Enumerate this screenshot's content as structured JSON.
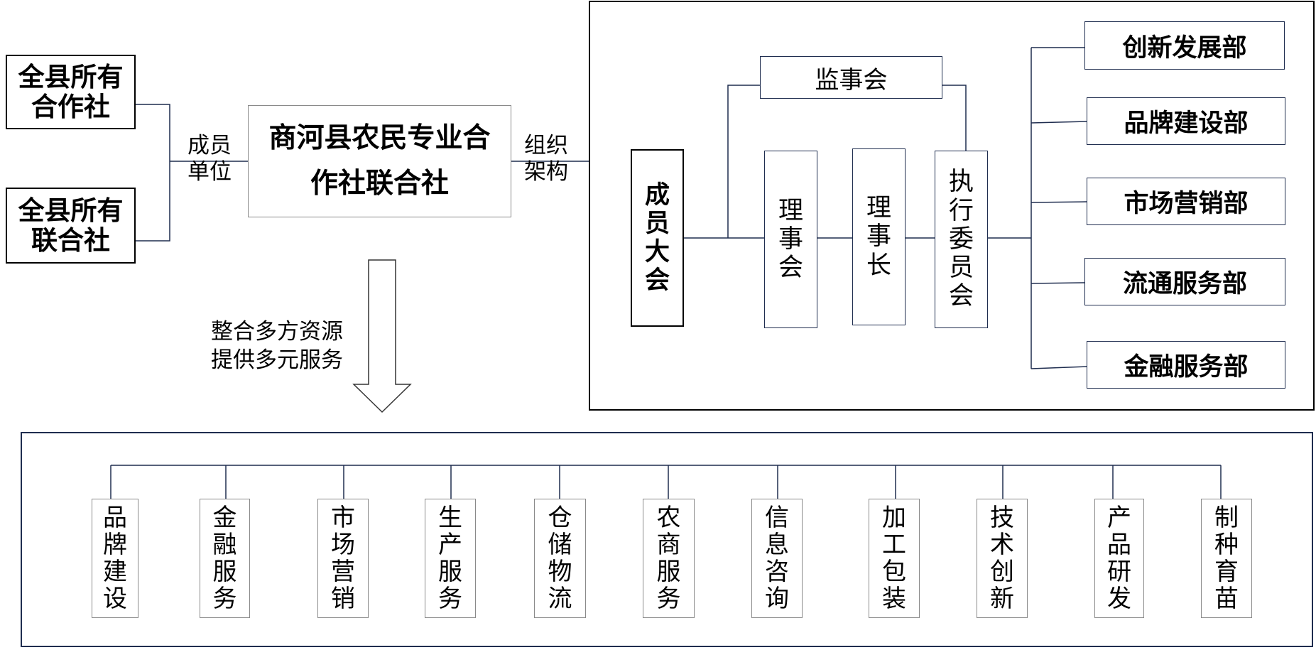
{
  "left": {
    "source_top": [
      "全县所有",
      "合作社"
    ],
    "source_bottom": [
      "全县所有",
      "联合社"
    ],
    "member_label": [
      "成员",
      "单位"
    ],
    "main": [
      "商河县农民专业合",
      "作社联合社"
    ],
    "org_label": [
      "组织",
      "架构"
    ],
    "integrate_label": [
      "整合多方资源",
      "提供多元服务"
    ]
  },
  "org": {
    "assembly": "成员大会",
    "supervisory": "监事会",
    "board": "理事会",
    "chairman": "理事长",
    "executive": "执行委员会",
    "departments": [
      "创新发展部",
      "品牌建设部",
      "市场营销部",
      "流通服务部",
      "金融服务部"
    ]
  },
  "services": [
    "品牌建设",
    "金融服务",
    "市场营销",
    "生产服务",
    "仓储物流",
    "农商服务",
    "信息咨询",
    "加工包装",
    "技术创新",
    "产品研发",
    "制种育苗"
  ]
}
